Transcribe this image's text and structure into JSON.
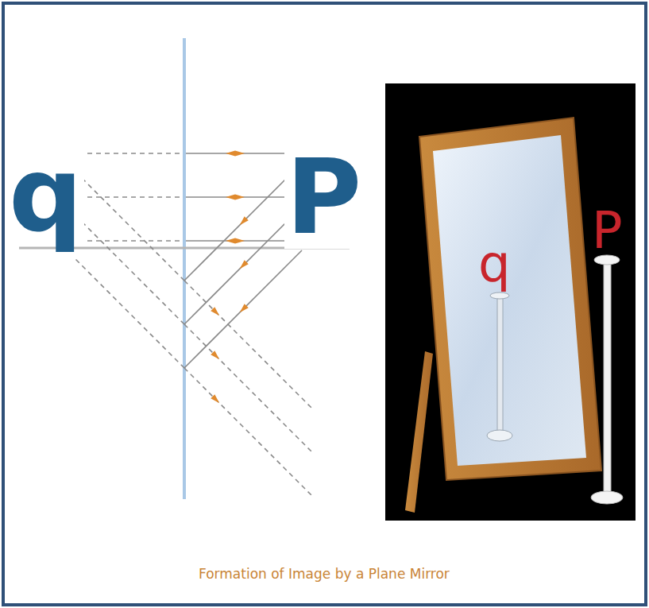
{
  "diagram": {
    "caption": "Formation of Image by a Plane Mirror",
    "labels": [
      "q",
      "P",
      "q",
      "P"
    ]
  }
}
